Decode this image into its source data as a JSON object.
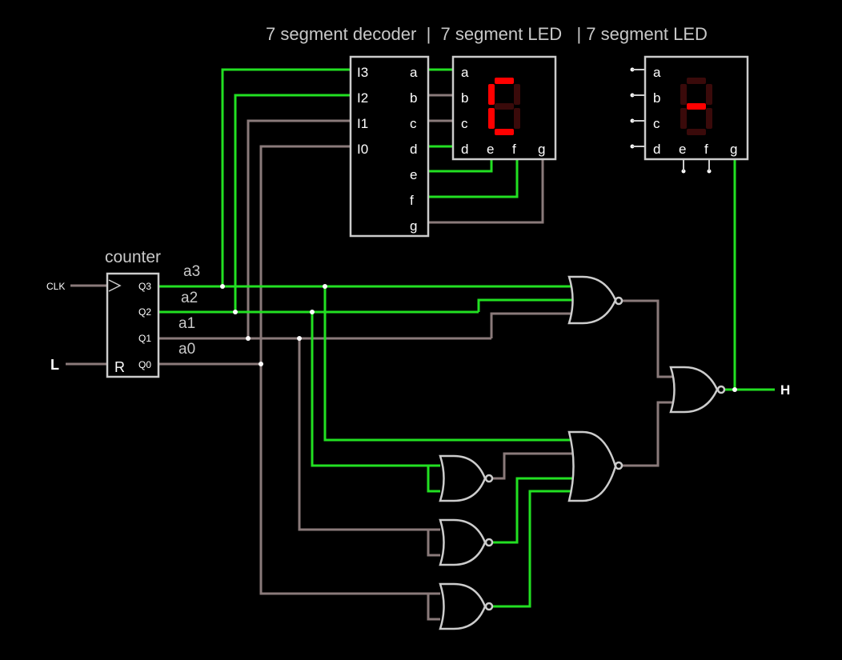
{
  "header": {
    "title": "7 segment decoder  |  7 segment LED   | 7 segment LED"
  },
  "colors": {
    "background": "#000000",
    "wire_high": "#22e022",
    "wire_low": "#8a7a7a",
    "component_stroke": "#cccccc",
    "segment_on": "#ff0000",
    "segment_off": "#3a0a0a",
    "text": "#ffffff",
    "label_text": "#c8c8c8"
  },
  "counter": {
    "title": "counter",
    "clk_label": "CLK",
    "reset_label": "R",
    "outputs": [
      "Q3",
      "Q2",
      "Q1",
      "Q0"
    ]
  },
  "inputs": {
    "reset_input": "L"
  },
  "signals": {
    "a3": "a3",
    "a2": "a2",
    "a1": "a1",
    "a0": "a0"
  },
  "decoder": {
    "inputs": [
      "I3",
      "I2",
      "I1",
      "I0"
    ],
    "outputs": [
      "a",
      "b",
      "c",
      "d",
      "e",
      "f",
      "g"
    ]
  },
  "led1": {
    "pins_left": [
      "a",
      "b",
      "c"
    ],
    "pins_bottom": [
      "d",
      "e",
      "f",
      "g"
    ],
    "digit": "C"
  },
  "led2": {
    "pins_left": [
      "a",
      "b",
      "c"
    ],
    "pins_bottom": [
      "d",
      "e",
      "f",
      "g"
    ],
    "digit": "-"
  },
  "output": {
    "label": "H"
  }
}
